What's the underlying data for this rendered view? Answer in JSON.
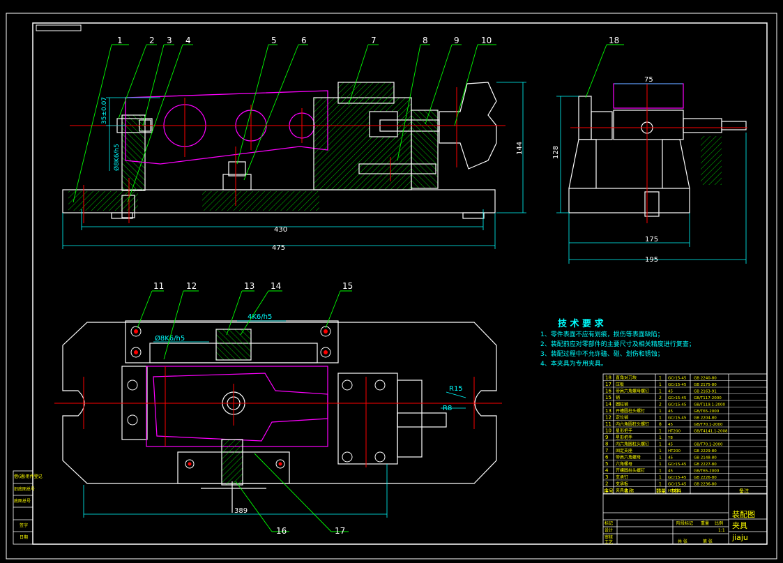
{
  "colors": {
    "background": "#000000",
    "outline": "#ffffff",
    "dimension": "#00ffff",
    "centerline": "#ff0000",
    "leader": "#00ff00",
    "hidden": "#ff00ff",
    "hatch": "#00ff00",
    "tech_text": "#00ffff",
    "table_text": "#ffff00"
  },
  "callouts": [
    "1",
    "2",
    "3",
    "4",
    "5",
    "6",
    "7",
    "8",
    "9",
    "10",
    "11",
    "12",
    "13",
    "14",
    "15",
    "16",
    "17",
    "18"
  ],
  "dims": {
    "d_35": "35±0.07",
    "d_8k6": "Ø8K6/h5",
    "d_430": "430",
    "d_475": "475",
    "d_144": "144",
    "d_75": "75",
    "d_128": "128",
    "d_175": "175",
    "d_195": "195",
    "d_8k6_b": "Ø8K6/h5",
    "d_4k6": "4K6/h5",
    "d_r15": "R15",
    "d_r8": "R8",
    "d_389": "389"
  },
  "tech": {
    "title": "技 术 要 求",
    "items": [
      "1、零件表面不应有划痕，损伤等表面缺陷；",
      "2、装配前应对零部件的主要尺寸及相关精度进行复查；",
      "3、装配过程中不允许磕、碰、划伤和锈蚀；",
      "4、本夹具为专用夹具。"
    ]
  },
  "bom": {
    "rows": [
      {
        "no": "18",
        "name": "直角对刀块",
        "qty": "1",
        "mat": "GCr15-45",
        "std": "GB 2240-80"
      },
      {
        "no": "17",
        "name": "压板",
        "qty": "1",
        "mat": "GCr15-45",
        "std": "GB 2175-80"
      },
      {
        "no": "16",
        "name": "带肩六角螺母螺钉",
        "qty": "1",
        "mat": "45",
        "std": "GB 2163-91"
      },
      {
        "no": "15",
        "name": "销",
        "qty": "2",
        "mat": "GCr15-45",
        "std": "GB/T117-2000"
      },
      {
        "no": "14",
        "name": "圆柱销",
        "qty": "2",
        "mat": "GCr15-45",
        "std": "GB/T119.1-2000"
      },
      {
        "no": "13",
        "name": "开槽圆柱头螺钉",
        "qty": "1",
        "mat": "45",
        "std": "GB/T65-2000"
      },
      {
        "no": "12",
        "name": "定位销",
        "qty": "1",
        "mat": "GCr15-45",
        "std": "GB 2204-80"
      },
      {
        "no": "11",
        "name": "内六角圆柱头螺钉",
        "qty": "8",
        "mat": "45",
        "std": "GB/T70.1-2000"
      },
      {
        "no": "10",
        "name": "星形把手",
        "qty": "1",
        "mat": "HT200",
        "std": "GB/T4141.1-2008"
      },
      {
        "no": "9",
        "name": "星形把手",
        "qty": "1",
        "mat": "Y8",
        "std": ""
      },
      {
        "no": "8",
        "name": "内六角圆柱头螺钉",
        "qty": "1",
        "mat": "45",
        "std": "GB/T70.1-2000"
      },
      {
        "no": "7",
        "name": "固定支座",
        "qty": "1",
        "mat": "HT200",
        "std": "GB 2229-80"
      },
      {
        "no": "6",
        "name": "带肩六角螺母",
        "qty": "1",
        "mat": "45",
        "std": "GB 2148-80"
      },
      {
        "no": "5",
        "name": "六角螺母",
        "qty": "1",
        "mat": "GCr15-45",
        "std": "GB 2227-80"
      },
      {
        "no": "4",
        "name": "开槽圆柱头螺钉",
        "qty": "1",
        "mat": "45",
        "std": "GB/T65-2000"
      },
      {
        "no": "3",
        "name": "支承钉",
        "qty": "1",
        "mat": "GCr15-45",
        "std": "GB 2226-80"
      },
      {
        "no": "2",
        "name": "支承板",
        "qty": "1",
        "mat": "GCr15-45",
        "std": "GB 2236-80"
      },
      {
        "no": "1",
        "name": "夹具体",
        "qty": "1",
        "mat": "HT200",
        "std": ""
      }
    ],
    "header": [
      "序号",
      "名称",
      "数量",
      "材料",
      "备注"
    ]
  },
  "titleblock": {
    "drawing_title": "装配图",
    "part_name": "夹具",
    "code": "jiaju",
    "row_labels": [
      "标记",
      "设计",
      "审核",
      "工艺"
    ],
    "stage": [
      "阶段标记",
      "重量",
      "比例"
    ],
    "sheets": [
      "共 张",
      "第 张"
    ],
    "scale": "1:1"
  },
  "sidebar": {
    "rows": [
      "借(通)用件登记",
      "旧底图总号",
      "底图总号",
      "签字",
      "日期"
    ]
  }
}
